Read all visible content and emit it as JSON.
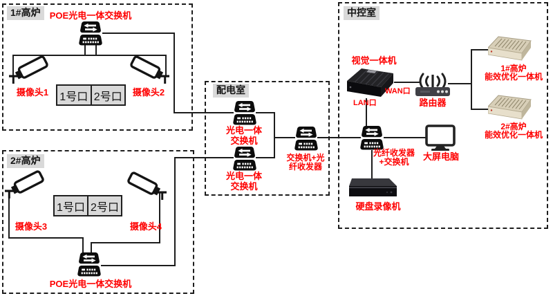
{
  "colors": {
    "label_red": "#fe0000",
    "zone_label_bg": "#d9d9d9",
    "port_box_bg": "#d9d9d9",
    "line_black": "#1c1c1c"
  },
  "zones": {
    "furnace1": {
      "title": "1#高炉",
      "poe_switch": "POE光电一体交换机",
      "camera1": "摄像头1",
      "camera2": "摄像头2",
      "port1": "1号口",
      "port2": "2号口"
    },
    "furnace2": {
      "title": "2#高炉",
      "poe_switch": "POE光电一体交换机",
      "camera3": "摄像头3",
      "camera4": "摄像头4",
      "port1": "1号口",
      "port2": "2号口"
    },
    "power_room": {
      "title": "配电室",
      "switch_top_line1": "光电一体",
      "switch_top_line2": "交换机",
      "switch_bottom_line1": "光电一体",
      "switch_bottom_line2": "交换机",
      "converter_line1": "交换机+光",
      "converter_line2": "纤收发器"
    },
    "control_room": {
      "title": "中控室",
      "vision_machine": "视觉一体机",
      "wan_port": "WAN口",
      "lan_port": "LAN口",
      "router": "路由器",
      "fiber_switch_line1": "光纤收发器",
      "fiber_switch_line2": "+交换机",
      "monitor": "大屏电脑",
      "dvr": "硬盘录像机",
      "optimizer1_line1": "1#高炉",
      "optimizer1_line2": "能效优化一体机",
      "optimizer2_line1": "2#高炉",
      "optimizer2_line2": "能效优化一体机"
    }
  }
}
